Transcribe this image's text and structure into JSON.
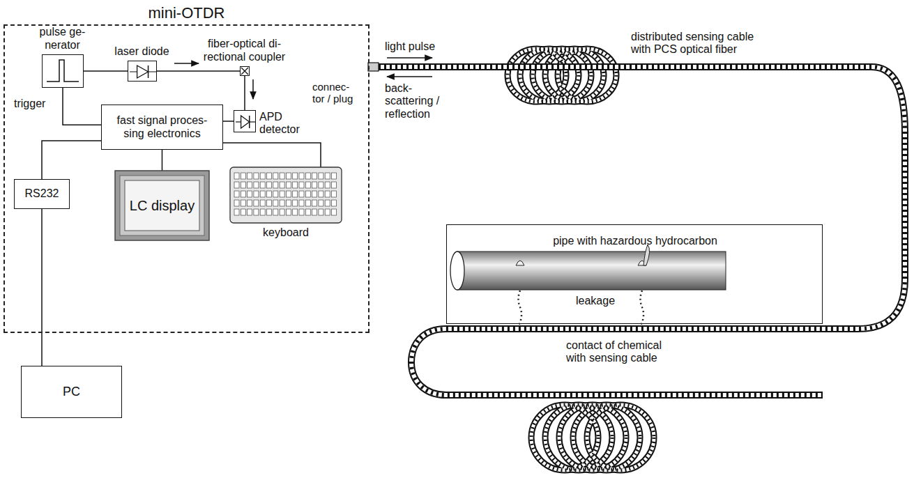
{
  "diagram": {
    "nodes": [
      {
        "text": [
          "mini-OTDR"
        ]
      },
      {
        "text": [
          "pulse ge- nerator"
        ],
        "in": 0
      },
      {
        "text": [
          "laser diode"
        ],
        "in": 0
      },
      {
        "text": [
          "fiber-optical di- rectional coupler"
        ],
        "in": 0
      },
      {
        "text": [
          "APD detector"
        ],
        "in": 0
      },
      {
        "text": [
          "fast signal proces- sing electronics"
        ],
        "in": 0
      },
      {
        "text": [
          "LC display"
        ],
        "in": 0
      },
      {
        "text": [
          "keyboard"
        ],
        "in": 0
      },
      {
        "text": [
          "RS232"
        ],
        "in": 0
      },
      {
        "text": [
          "PC"
        ]
      },
      {
        "text": [
          "pipe with hazardous hydrocarbon",
          "leakage"
        ]
      }
    ],
    "edges": [
      {
        "from": 1,
        "to": 2,
        "arrow": "none"
      },
      {
        "from": 2,
        "to": 3,
        "arrow": "none"
      },
      {
        "from": 3,
        "to": 4,
        "arrow": "none"
      },
      {
        "from": 5,
        "to": 1,
        "arrow": "none",
        "label": "trigger"
      },
      {
        "from": 5,
        "to": 4,
        "arrow": "none"
      },
      {
        "from": 5,
        "to": 6,
        "arrow": "none"
      },
      {
        "from": 5,
        "to": 7,
        "arrow": "none"
      },
      {
        "from": 5,
        "to": 8,
        "arrow": "none"
      },
      {
        "from": 8,
        "to": 9,
        "arrow": "none"
      }
    ],
    "labels": [
      "connec- tor / plug",
      "light pulse",
      "back- scattering / reflection",
      "distributed sensing cable with PCS optical fiber",
      "contact of chemical with sensing cable"
    ]
  }
}
